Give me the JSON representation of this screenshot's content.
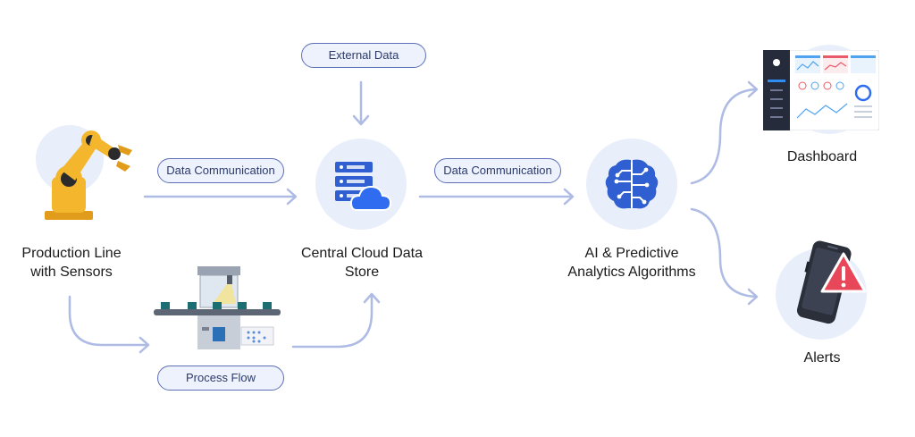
{
  "nodes": {
    "production_line": {
      "label": "Production Line\nwith Sensors",
      "icon": "robot-arm-icon"
    },
    "cloud_store": {
      "label": "Central Cloud Data\nStore",
      "icon": "cloud-server-icon"
    },
    "ai": {
      "label": "AI & Predictive\nAnalytics Algorithms",
      "icon": "brain-circuit-icon"
    },
    "dashboard": {
      "label": "Dashboard",
      "icon": "dashboard-screen-icon"
    },
    "alerts": {
      "label": "Alerts",
      "icon": "phone-alert-icon"
    },
    "process_machine": {
      "icon": "conveyor-machine-icon"
    }
  },
  "pills": {
    "external_data": "External Data",
    "data_comm_1": "Data Communication",
    "data_comm_2": "Data Communication",
    "process_flow": "Process Flow"
  },
  "colors": {
    "accent_blue": "#3b67d6",
    "arrow": "#aebbe4",
    "node_bg": "#e9eefb",
    "pill_border": "#5d6fb8",
    "robot_yellow": "#f3b62c",
    "alert_red": "#e8475a"
  }
}
